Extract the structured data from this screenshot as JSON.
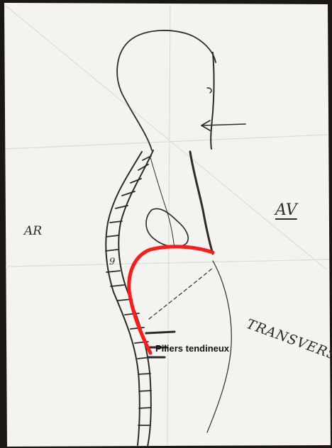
{
  "labels": {
    "ar": "AR",
    "av": "AV",
    "transverse": "TRANSVERSE",
    "vertebra_number": "9",
    "piliers": "Piliers tendineux"
  },
  "colors": {
    "paper": "#f3f3f0",
    "background": "#1c1712",
    "ink": "#2b2b2b",
    "diaphragm_red": "#ff1a1a"
  }
}
